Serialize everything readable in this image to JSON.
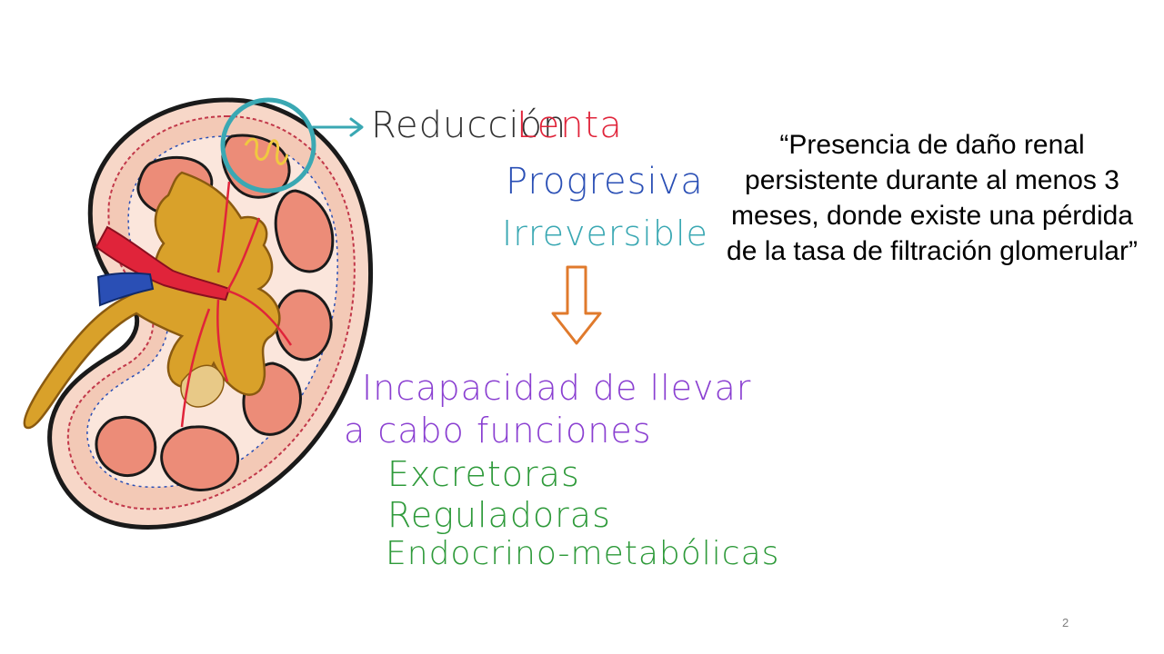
{
  "labels": {
    "reduccion": "Reducción",
    "lenta": "Lenta",
    "progresiva": "Progresiva",
    "irreversible": "Irreversible",
    "incapacidad_line1": "Incapacidad de llevar",
    "incapacidad_line2": "a cabo funciones",
    "excretoras": "Excretoras",
    "reguladoras": "Reguladoras",
    "endocrino": "Endocrino-metabólicas"
  },
  "quote": "“Presencia de daño renal persistente durante al menos 3 meses, donde existe una pérdida de la tasa de filtración glomerular”",
  "page_number": "2",
  "colors": {
    "teal": "#3aa8b3",
    "red": "#e0243a",
    "blue": "#2a4fb5",
    "purple": "#8a3fd1",
    "green": "#2e9a3a",
    "orange": "#e07a2c",
    "gold": "#d9a12a",
    "pyramid": "#ec8c78"
  },
  "icons": {
    "right_arrow": "arrow-right-icon",
    "down_arrow": "arrow-down-icon"
  }
}
